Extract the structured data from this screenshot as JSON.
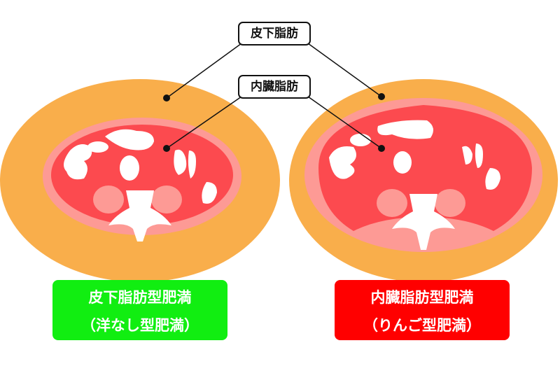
{
  "callouts": {
    "subcutaneous_fat": "皮下脂肪",
    "visceral_fat": "内臓脂肪"
  },
  "types": [
    {
      "title": "皮下脂肪型肥満",
      "subtitle": "（洋なし型肥満）",
      "color": "#11ee11"
    },
    {
      "title": "内臓脂肪型肥満",
      "subtitle": "（りんご型肥満）",
      "color": "#ff0000"
    }
  ],
  "colors": {
    "subcutaneous": "#f9ae4b",
    "inner_pink": "#fd9a95",
    "visceral": "#fc4a4f",
    "organ": "#ffffff"
  }
}
